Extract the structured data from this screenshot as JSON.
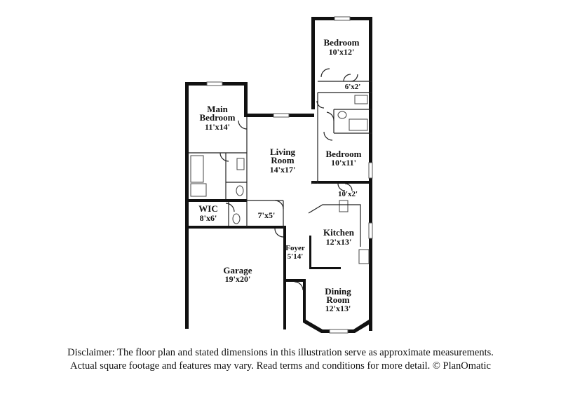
{
  "rooms": {
    "bedroom_top": {
      "name": "Bedroom",
      "dims": "10'x12'"
    },
    "closet_top": {
      "dims": "6'x2'"
    },
    "main_bedroom": {
      "name1": "Main",
      "name2": "Bedroom",
      "dims": "11'x14'"
    },
    "living_room": {
      "name1": "Living",
      "name2": "Room",
      "dims": "14'x17'"
    },
    "bedroom_mid": {
      "name": "Bedroom",
      "dims": "10'x11'"
    },
    "closet_mid": {
      "dims": "10'x2'"
    },
    "wic": {
      "name": "WIC",
      "dims": "8'x6'"
    },
    "laundry": {
      "dims": "7'x5'"
    },
    "kitchen": {
      "name": "Kitchen",
      "dims": "12'x13'"
    },
    "foyer": {
      "name": "Foyer",
      "dims": "5'14'"
    },
    "garage": {
      "name": "Garage",
      "dims": "19'x20'"
    },
    "dining_room": {
      "name1": "Dining",
      "name2": "Room",
      "dims": "12'x13'"
    }
  },
  "disclaimer": {
    "line1": "Disclaimer: The floor plan and stated dimensions in this illustration serve as approximate measurements.",
    "line2": "Actual square footage and features may vary. Read terms and conditions for more detail. © PlanOmatic"
  }
}
